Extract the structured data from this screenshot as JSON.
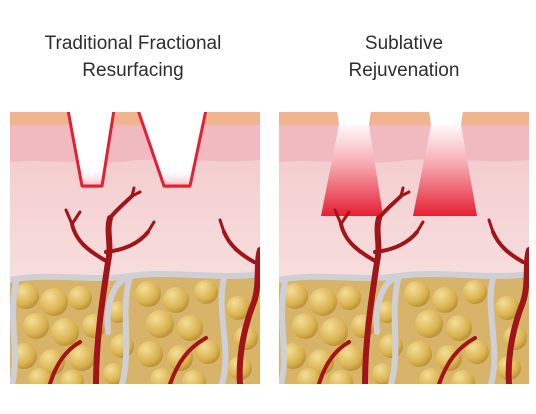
{
  "left_panel": {
    "title_line1": "Traditional Fractional",
    "title_line2": "Resurfacing"
  },
  "right_panel": {
    "title_line1": "Sublative",
    "title_line2": "Rejuvenation"
  },
  "colors": {
    "epidermis": "#f0b48e",
    "upper_dermis": "#f2bcc2",
    "dermis": "#f7dede",
    "laser": "#e51f33",
    "vessel": "#a0141a",
    "fat": "#e8c56a",
    "septa": "#cfcfd6"
  }
}
